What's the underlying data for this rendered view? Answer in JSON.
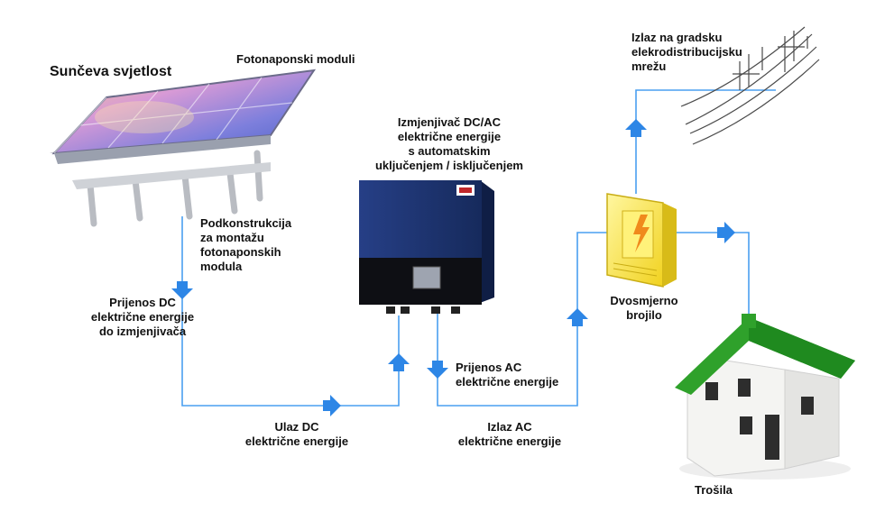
{
  "colors": {
    "flow_line": "#4a9ff0",
    "arrow": "#2d86e6",
    "roof": "#2fa12b",
    "panel": "#5c6fcf",
    "inverter": "#1f3773",
    "meter": "#f5e236"
  },
  "labels": {
    "sunlight": "Sunčeva svjetlost",
    "pv_modules": "Fotonaponski moduli",
    "substructure": "Podkonstrukcija\nza montažu\nfotonaponskih\nmodula",
    "inverter": "Izmjenjivač DC/AC\nelektrične energije\ns automatskim\nuključenjem / isključenjem",
    "dc_transfer": "Prijenos DC\nelektrične energije\ndo izmjenjivača",
    "dc_input": "Ulaz DC\nelektrične energije",
    "ac_transfer": "Prijenos AC\nelektrične energije",
    "ac_output": "Izlaz AC\nelektrične energije",
    "bidirectional_meter": "Dvosmjerno\nbrojilo",
    "grid_output": "Izlaz na gradsku\nelekrodistribucijsku\nmrežu",
    "consumers": "Trošila"
  },
  "icons": {
    "solar": "solar-panel-array-icon",
    "inverter": "inverter-icon",
    "meter": "electric-meter-icon",
    "house": "house-icon",
    "grid": "power-line-icon"
  }
}
